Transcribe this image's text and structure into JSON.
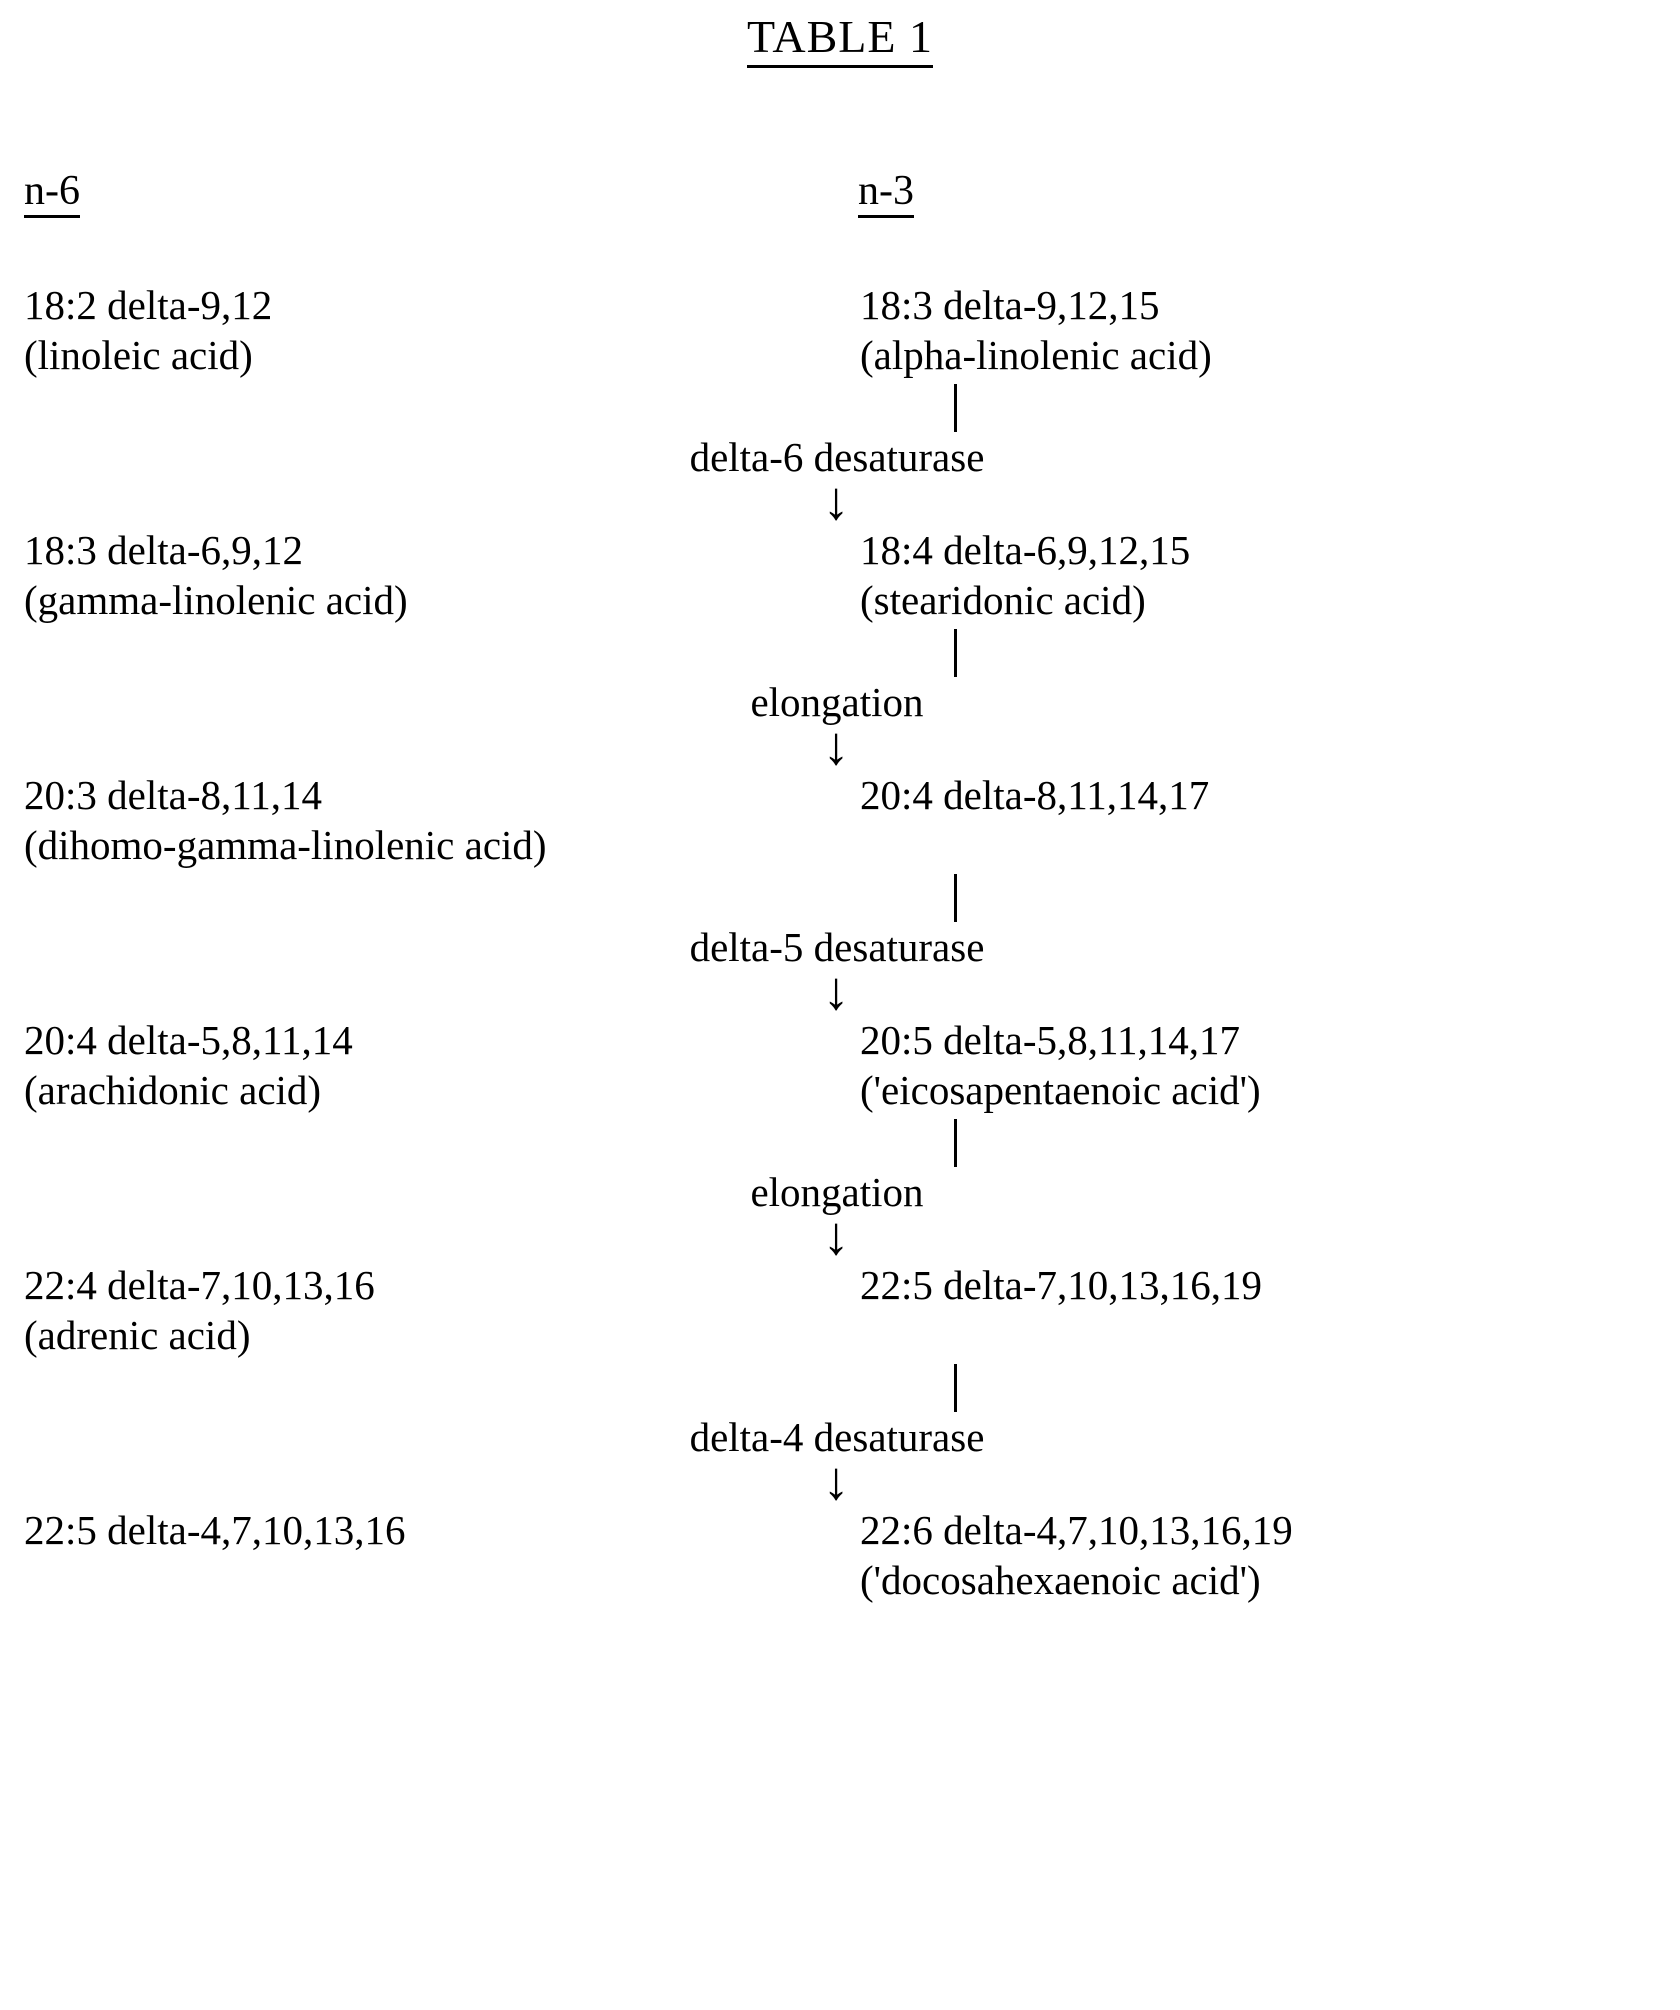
{
  "title": "TABLE 1",
  "columns": {
    "left_header": "n-6",
    "right_header": "n-3"
  },
  "arrow_glyph": "↓",
  "steps": [
    {
      "left_line1": "18:2 delta-9,12",
      "left_line2": "(linoleic acid)",
      "right_line1": "18:3 delta-9,12,15",
      "right_line2": "(alpha-linolenic acid)"
    },
    {
      "left_line1": "18:3 delta-6,9,12",
      "left_line2": "(gamma-linolenic acid)",
      "right_line1": "18:4 delta-6,9,12,15",
      "right_line2": "(stearidonic acid)"
    },
    {
      "left_line1": "20:3 delta-8,11,14",
      "left_line2": "(dihomo-gamma-linolenic acid)",
      "right_line1": "20:4 delta-8,11,14,17",
      "right_line2": ""
    },
    {
      "left_line1": "20:4 delta-5,8,11,14",
      "left_line2": "(arachidonic acid)",
      "right_line1": "20:5 delta-5,8,11,14,17",
      "right_line2": "('eicosapentaenoic acid')"
    },
    {
      "left_line1": "22:4 delta-7,10,13,16",
      "left_line2": "(adrenic acid)",
      "right_line1": "22:5 delta-7,10,13,16,19",
      "right_line2": ""
    },
    {
      "left_line1": "22:5 delta-4,7,10,13,16",
      "left_line2": "",
      "right_line1": "22:6 delta-4,7,10,13,16,19",
      "right_line2": "('docosahexaenoic acid')"
    }
  ],
  "enzymes": [
    {
      "label": "delta-6 desaturase"
    },
    {
      "label": "elongation"
    },
    {
      "label": "delta-5 desaturase"
    },
    {
      "label": "elongation"
    },
    {
      "label": "delta-4 desaturase"
    }
  ],
  "chart_data": {
    "type": "diagram",
    "title": "TABLE 1",
    "description": "Polyunsaturated fatty acid biosynthesis pathways for the n-6 and n-3 series, connected by desaturase and elongation steps.",
    "series": [
      {
        "name": "n-6",
        "nodes": [
          "18:2 delta-9,12 (linoleic acid)",
          "18:3 delta-6,9,12 (gamma-linolenic acid)",
          "20:3 delta-8,11,14 (dihomo-gamma-linolenic acid)",
          "20:4 delta-5,8,11,14 (arachidonic acid)",
          "22:4 delta-7,10,13,16 (adrenic acid)",
          "22:5 delta-4,7,10,13,16"
        ]
      },
      {
        "name": "n-3",
        "nodes": [
          "18:3 delta-9,12,15 (alpha-linolenic acid)",
          "18:4 delta-6,9,12,15 (stearidonic acid)",
          "20:4 delta-8,11,14,17",
          "20:5 delta-5,8,11,14,17 ('eicosapentaenoic acid')",
          "22:5 delta-7,10,13,16,19",
          "22:6 delta-4,7,10,13,16,19 ('docosahexaenoic acid')"
        ]
      }
    ],
    "edges": [
      "delta-6 desaturase",
      "elongation",
      "delta-5 desaturase",
      "elongation",
      "delta-4 desaturase"
    ]
  }
}
